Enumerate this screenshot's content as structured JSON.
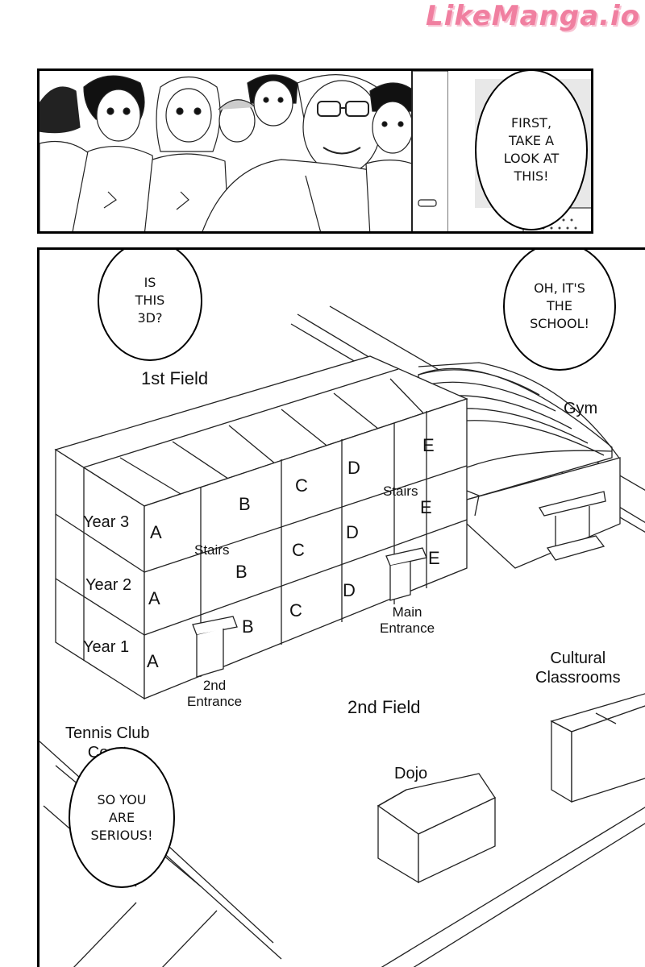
{
  "watermark": "LikeManga.io",
  "top_panel": {
    "speech": "FIRST,\nTAKE A\nLOOK AT\nTHIS!"
  },
  "map_panel": {
    "bubbles": {
      "is_3d": "IS\nTHIS\n3D?",
      "school": "OH, IT'S\nTHE\nSCHOOL!",
      "serious": "SO YOU\nARE\nSERIOUS!"
    },
    "labels": {
      "first_field": "1st Field",
      "gym": "Gym",
      "second_field": "2nd Field",
      "cultural_classrooms": "Cultural\nClassrooms",
      "tennis_court": "Tennis Club\nCourt",
      "dojo": "Dojo",
      "stairs_left": "Stairs",
      "stairs_right": "Stairs",
      "main_entrance": "Main\nEntrance",
      "second_entrance": "2nd\nEntrance"
    },
    "years": [
      "Year 3",
      "Year 2",
      "Year 1"
    ],
    "classes": {
      "year3": [
        "A",
        "B",
        "C",
        "D",
        "E"
      ],
      "year2": [
        "A",
        "B",
        "C",
        "D",
        "E"
      ],
      "year1": [
        "A",
        "B",
        "C",
        "D",
        "E"
      ]
    }
  }
}
